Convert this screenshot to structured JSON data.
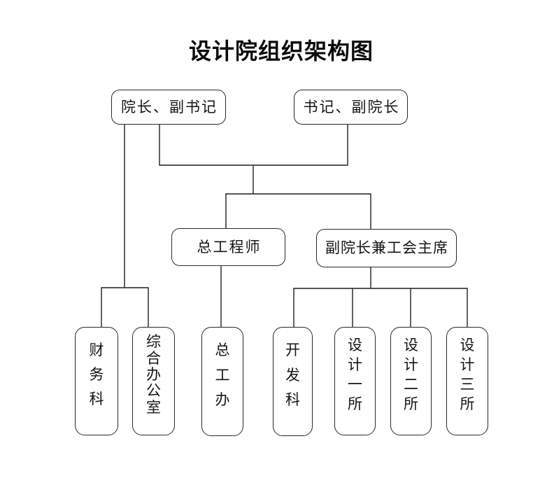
{
  "title": "设计院组织架构图",
  "colors": {
    "line": "#1f1f1f",
    "box_border": "#2a2a2a",
    "text": "#151515",
    "background": "#ffffff"
  },
  "org_chart": {
    "top_row": [
      {
        "label": "院长、副书记"
      },
      {
        "label": "书记、副院长"
      }
    ],
    "middle_row": [
      {
        "label": "总工程师"
      },
      {
        "label": "副院长兼工会主席"
      }
    ],
    "bottom_row": [
      {
        "label": "财务科"
      },
      {
        "label": "综合办公室"
      },
      {
        "label": "总工办"
      },
      {
        "label": "开发科"
      },
      {
        "label": "设计一所"
      },
      {
        "label": "设计二所"
      },
      {
        "label": "设计三所"
      }
    ]
  }
}
